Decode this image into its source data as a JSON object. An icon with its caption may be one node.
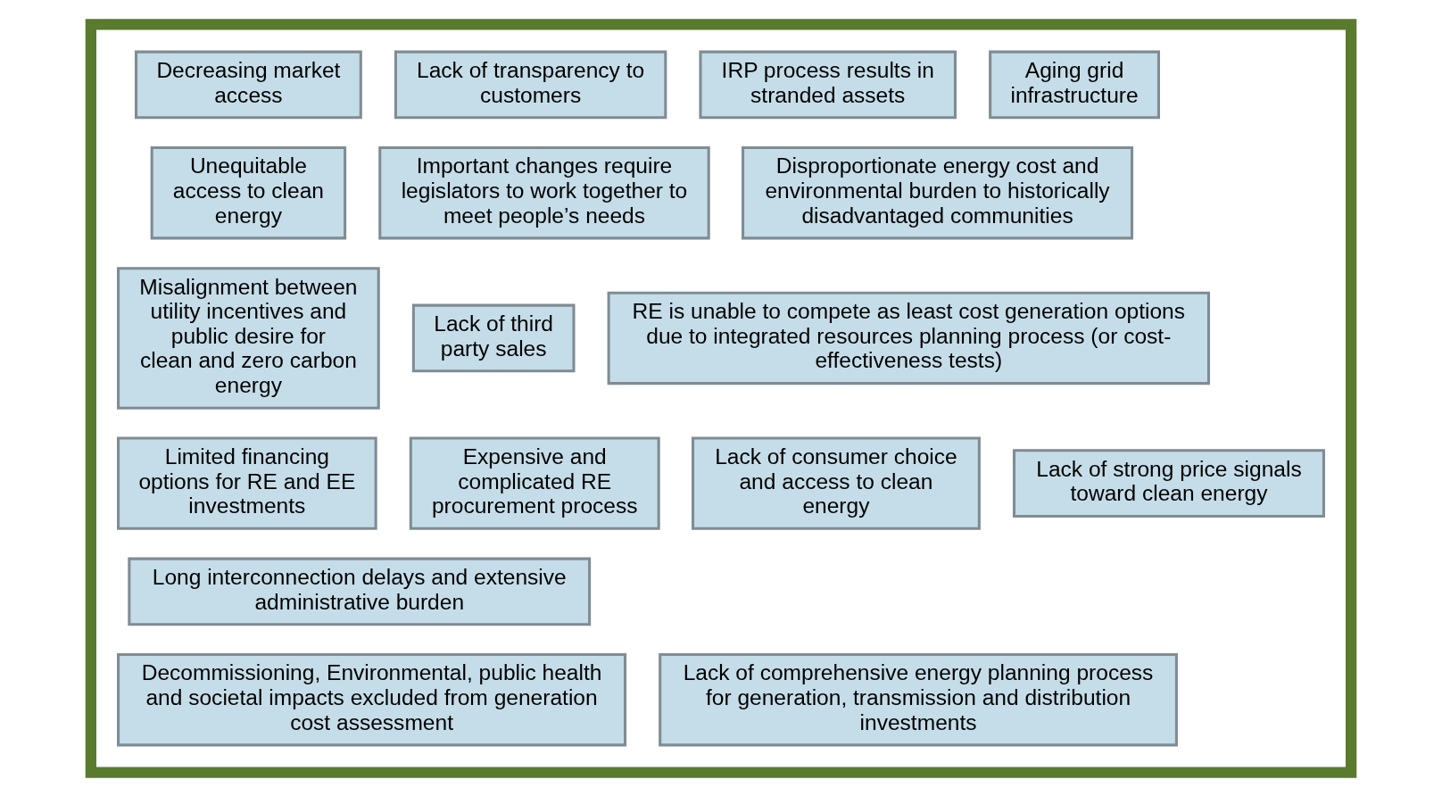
{
  "diagram": {
    "nodes": [
      {
        "text": [],
        "shape": "box"
      },
      {
        "text": [
          "Decreasing market access"
        ],
        "in": 0
      },
      {
        "text": [
          "Lack of transparency to customers"
        ],
        "in": 0
      },
      {
        "text": [
          "IRP process results in stranded assets"
        ],
        "in": 0
      },
      {
        "text": [
          "Aging grid infrastructure"
        ],
        "in": 0
      },
      {
        "text": [
          "Unequitable access to clean energy"
        ],
        "in": 0
      },
      {
        "text": [
          "Important changes require legislators to work together to meet people’s needs"
        ],
        "in": 0
      },
      {
        "text": [
          "Disproportionate energy cost and environmental burden to historically disadvantaged communities"
        ],
        "in": 0
      },
      {
        "text": [
          "Misalignment between utility incentives and public desire for clean and zero carbon energy"
        ],
        "in": 0
      },
      {
        "text": [
          "Lack of third party sales"
        ],
        "in": 0
      },
      {
        "text": [
          "RE is unable to compete as least cost generation options due to integrated resources planning process (or cost-effectiveness tests)"
        ],
        "in": 0
      },
      {
        "text": [
          "Expensive and complicated RE procurement process"
        ],
        "in": 0
      },
      {
        "text": [
          "Lack of consumer choice and access to clean energy"
        ],
        "in": 0
      },
      {
        "text": [
          "Lack of strong price signals toward clean energy"
        ],
        "in": 0
      },
      {
        "text": [
          "Limited financing options for RE and EE investments"
        ],
        "in": 0
      },
      {
        "text": [
          "Long interconnection delays and extensive administrative burden"
        ],
        "in": 0
      },
      {
        "text": [
          "Decommissioning, Environmental, public health and societal impacts excluded from generation cost assessment"
        ],
        "in": 0
      },
      {
        "text": [
          "Lack of comprehensive energy planning process for generation, transmission and distribution investments"
        ],
        "in": 0
      }
    ],
    "edges": []
  }
}
